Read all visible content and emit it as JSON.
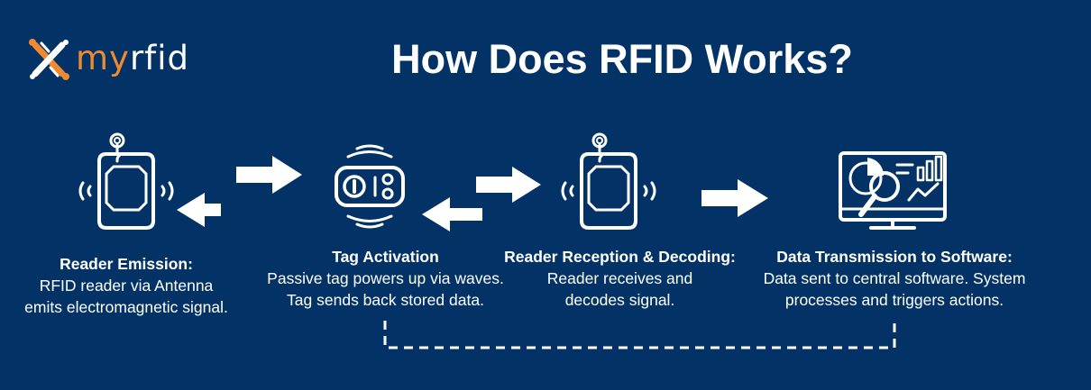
{
  "brand": {
    "prefix": "my",
    "rest": "rfid"
  },
  "title": "How Does RFID Works?",
  "colors": {
    "background": "#033366",
    "accent": "#f0892f",
    "text": "#ffffff"
  },
  "steps": [
    {
      "heading": "Reader Emission:",
      "lines": [
        "RFID reader via Antenna",
        "emits electromagnetic signal."
      ],
      "icon": "rfid-reader-icon"
    },
    {
      "heading": "Tag Activation",
      "lines": [
        "Passive tag powers up via waves.",
        "Tag sends back stored data."
      ],
      "icon": "rfid-tag-icon"
    },
    {
      "heading": "Reader Reception & Decoding:",
      "lines": [
        "Reader receives and",
        "decodes signal."
      ],
      "icon": "rfid-reader-icon"
    },
    {
      "heading": "Data Transmission to Software:",
      "lines": [
        "Data sent to central software. System",
        "processes and triggers actions."
      ],
      "icon": "computer-analytics-icon"
    }
  ]
}
